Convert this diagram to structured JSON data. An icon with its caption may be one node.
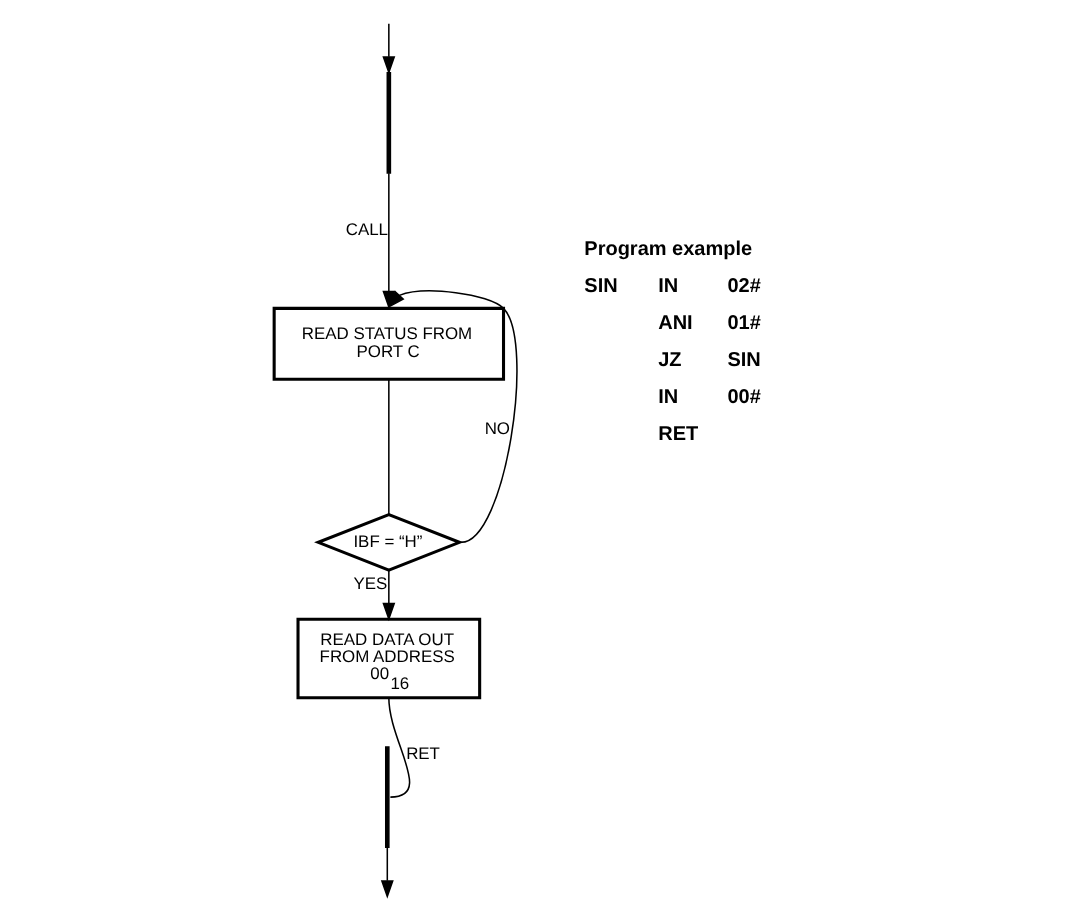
{
  "diagram": {
    "nodes": [
      {
        "text": [],
        "shape": "bar"
      },
      {
        "text": [
          "READ STATUS FROM PORT C"
        ]
      },
      {
        "text": [
          "IBF = “H”"
        ]
      },
      {
        "text": [
          "READ DATA OUT FROM ADDRESS 00$_{16}$"
        ]
      },
      {
        "text": [],
        "shape": "bar"
      }
    ],
    "edges": [
      {
        "from": null,
        "to": 0,
        "arrow": "to"
      },
      {
        "from": 0,
        "to": 1,
        "label": "CALL",
        "arrow": "to"
      },
      {
        "from": 1,
        "to": 2,
        "arrow": "none"
      },
      {
        "from": 2,
        "to": 1,
        "label": "NO",
        "arrow": "to"
      },
      {
        "from": 2,
        "to": 3,
        "label": "YES",
        "arrow": "to"
      },
      {
        "from": 3,
        "to": 4,
        "label": "RET",
        "arrow": "none"
      },
      {
        "from": 4,
        "to": null,
        "arrow": "to"
      }
    ],
    "labels": [
      "Program example",
      "SIN",
      "IN",
      "02#",
      "ANI",
      "01#",
      "JZ",
      "SIN",
      "IN",
      "00#",
      "RET"
    ]
  }
}
